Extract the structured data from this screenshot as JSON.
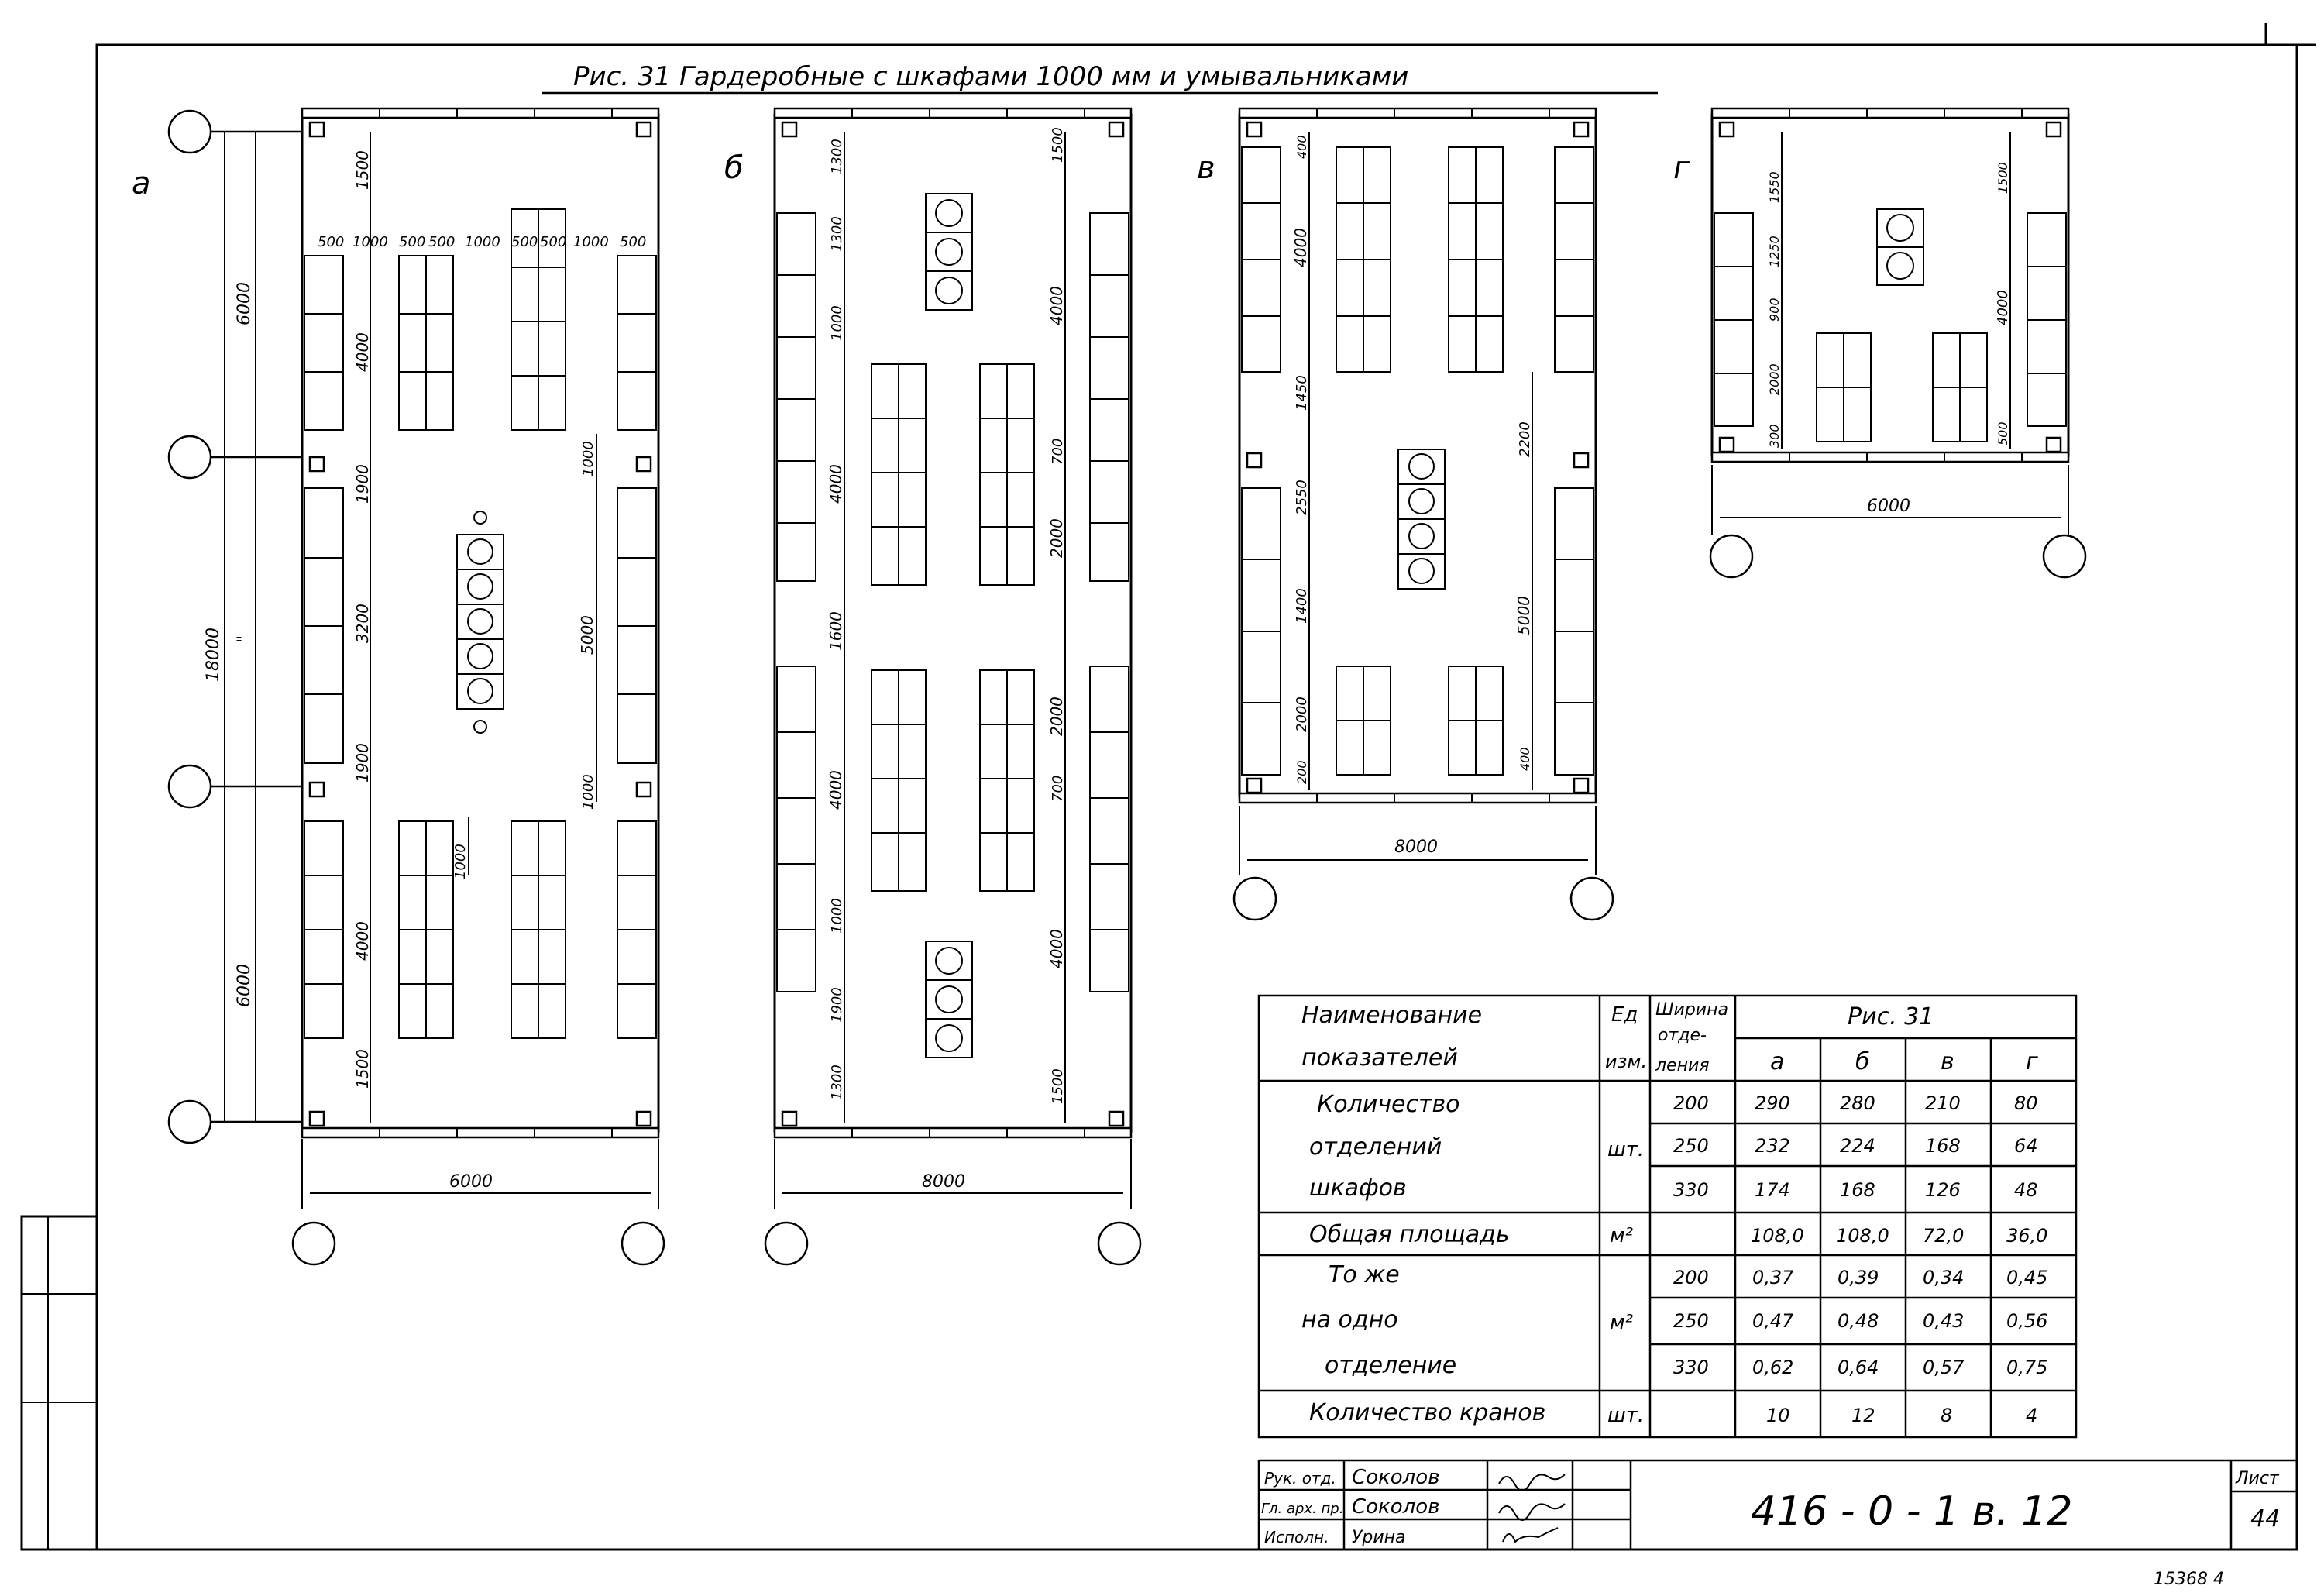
{
  "title": "Рис. 31    Гардеробные  с  шкафами  1000 мм и  умывальниками",
  "plan_labels": {
    "a": "а",
    "b": "б",
    "v": "в",
    "g": "г"
  },
  "plan_a": {
    "overall": "18000",
    "top_span": "6000",
    "bottom_span": "6000",
    "mid_mark": "\"",
    "col_widths": [
      "500",
      "1000",
      "500",
      "500",
      "1000",
      "500",
      "500",
      "1000",
      "500"
    ],
    "left_dims": [
      "1500",
      "4000",
      "1900",
      "3200",
      "1900",
      "4000",
      "1500"
    ],
    "right_dims": [
      "1000",
      "5000",
      "1000"
    ],
    "inner_dim": "1000",
    "width": "6000"
  },
  "plan_b": {
    "left_dims": [
      "1300",
      "1300",
      "1000",
      "4000",
      "1600",
      "4000",
      "1000",
      "1900",
      "1300"
    ],
    "right_dims": [
      "1500",
      "4000",
      "700",
      "2000",
      "2000",
      "700",
      "4000",
      "1500"
    ],
    "width": "8000"
  },
  "plan_v": {
    "left_dims": [
      "400",
      "4000",
      "1450",
      "2550",
      "1400",
      "2000",
      "200"
    ],
    "right_dims": [
      "2200",
      "5000",
      "400"
    ],
    "width": "8000"
  },
  "plan_g": {
    "left_dims": [
      "1550",
      "1250",
      "900",
      "2000",
      "300"
    ],
    "right_dims": [
      "1500",
      "4000",
      "500"
    ],
    "width": "6000"
  },
  "table": {
    "head_name": [
      "Наименование",
      "показателей"
    ],
    "head_unit": [
      "Ед",
      "изм."
    ],
    "head_width": [
      "Ширина",
      "отде-",
      "ления"
    ],
    "head_fig": "Рис. 31",
    "head_cols": [
      "а",
      "б",
      "в",
      "г"
    ],
    "rows": [
      {
        "name": [
          "Количество",
          "отделений",
          "шкафов"
        ],
        "unit": "шт.",
        "sub": [
          {
            "w": "200",
            "v": [
              "290",
              "280",
              "210",
              "80"
            ]
          },
          {
            "w": "250",
            "v": [
              "232",
              "224",
              "168",
              "64"
            ]
          },
          {
            "w": "330",
            "v": [
              "174",
              "168",
              "126",
              "48"
            ]
          }
        ]
      },
      {
        "name": [
          "Общая площадь"
        ],
        "unit": "м²",
        "sub": [
          {
            "w": "",
            "v": [
              "108,0",
              "108,0",
              "72,0",
              "36,0"
            ]
          }
        ]
      },
      {
        "name": [
          "То же",
          "на одно",
          "отделение"
        ],
        "unit": "м²",
        "sub": [
          {
            "w": "200",
            "v": [
              "0,37",
              "0,39",
              "0,34",
              "0,45"
            ]
          },
          {
            "w": "250",
            "v": [
              "0,47",
              "0,48",
              "0,43",
              "0,56"
            ]
          },
          {
            "w": "330",
            "v": [
              "0,62",
              "0,64",
              "0,57",
              "0,75"
            ]
          }
        ]
      },
      {
        "name": [
          "Количество кранов"
        ],
        "unit": "шт.",
        "sub": [
          {
            "w": "",
            "v": [
              "10",
              "12",
              "8",
              "4"
            ]
          }
        ]
      }
    ]
  },
  "stamp": {
    "roles": [
      "Рук. отд.",
      "Гл. арх. пр.",
      "Исполн."
    ],
    "names": [
      "Соколов",
      "Соколов",
      "Урина"
    ],
    "code": "416 - 0 - 1     в. 12",
    "sheet_label": "Лист",
    "sheet": "44"
  },
  "corner_note": "15368  4"
}
